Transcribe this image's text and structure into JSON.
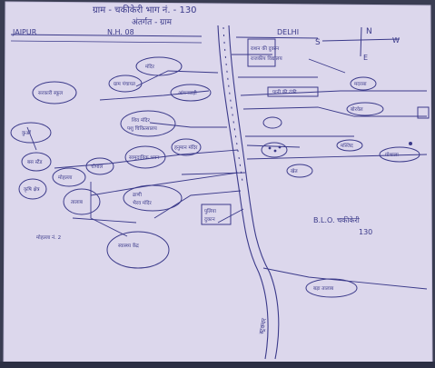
{
  "header": {
    "line1": "ग्राम - चकीकेरी भाग नं. - 130",
    "line2": "अंतर्गत - ग्राम"
  },
  "highway": {
    "left_label": "JAIPUR",
    "mid_label": "N.H. 08",
    "right_label": "DELHI"
  },
  "compass": {
    "north": "N",
    "south": "S",
    "east": "E",
    "west": "W"
  },
  "blo": {
    "label": "B.L.O. चकीकेरी",
    "number": "130"
  },
  "road_label": "स्ट्रक्चर",
  "places": [
    {
      "label": "मंदिर"
    },
    {
      "label": "ग्राम पंचायत"
    },
    {
      "label": "सरकारी स्कूल"
    },
    {
      "label": "आंगनवाड़ी"
    },
    {
      "label": "शिव मंदिर"
    },
    {
      "label": "पशु चिकित्सालय"
    },
    {
      "label": "कुआँ"
    },
    {
      "label": "सामुदायिक भवन"
    },
    {
      "label": "बस स्टैंड"
    },
    {
      "label": "चौपाल"
    },
    {
      "label": "मोहल्ला"
    },
    {
      "label": "हनुमान मंदिर"
    },
    {
      "label": "कृषि क्षेत्र"
    },
    {
      "label": "तालाब"
    },
    {
      "label": "ढाणी"
    },
    {
      "label": "भैरव मंदिर"
    },
    {
      "label": "स्वास्थ्य केंद्र"
    },
    {
      "label": "राशन की दुकान"
    },
    {
      "label": "राजकीय विद्यालय"
    },
    {
      "label": "मदरसा"
    },
    {
      "label": "बोरवेल"
    },
    {
      "label": "पानी की टंकी"
    },
    {
      "label": "मस्जिद"
    },
    {
      "label": "गोशाला"
    },
    {
      "label": "खेत"
    },
    {
      "label": "पुलिया"
    },
    {
      "label": "दुकान"
    },
    {
      "label": "मोहल्ला नं. 2"
    },
    {
      "label": "बड़ा तालाब"
    }
  ],
  "colors": {
    "paper": "#dcd7ec",
    "ink": "#3b3a8a",
    "faint_ink": "#6d6aa8",
    "dark_bg": "#3a3d52"
  }
}
